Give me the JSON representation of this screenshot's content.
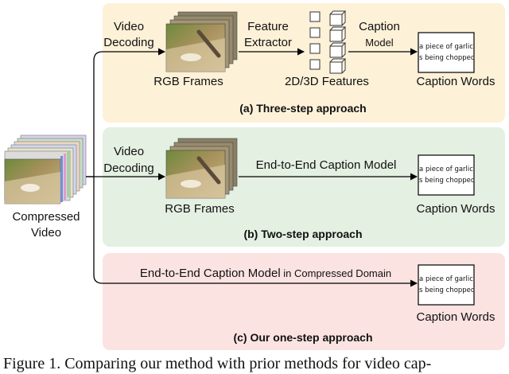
{
  "colors": {
    "panel_a": "#fdf1d8",
    "panel_b": "#e4f0e1",
    "panel_c": "#fbe3e2",
    "arrow": "#000000"
  },
  "source": {
    "label_line1": "Compressed",
    "label_line2": "Video"
  },
  "panel_a": {
    "title": "(a) Three-step approach",
    "decode_line1": "Video",
    "decode_line2": "Decoding",
    "frames_label": "RGB Frames",
    "extractor_line1": "Feature",
    "extractor_line2": "Extractor",
    "features_label": "2D/3D Features",
    "model_line1": "Caption",
    "model_line2": "Model",
    "output_line1": "a piece of garlic",
    "output_line2": "is being chopped",
    "output_label": "Caption Words"
  },
  "panel_b": {
    "title": "(b) Two-step approach",
    "decode_line1": "Video",
    "decode_line2": "Decoding",
    "frames_label": "RGB Frames",
    "model_label": "End-to-End Caption Model",
    "output_line1": "a piece of garlic",
    "output_line2": "is being chopped",
    "output_label": "Caption Words"
  },
  "panel_c": {
    "title": "(c) Our one-step approach",
    "model_label_main": "End-to-End Caption Model",
    "model_label_suffix": " in Compressed Domain",
    "output_line1": "a piece of garlic",
    "output_line2": "is being chopped",
    "output_label": "Caption Words"
  },
  "figure_caption": "Figure 1. Comparing our method with prior methods for video cap-"
}
